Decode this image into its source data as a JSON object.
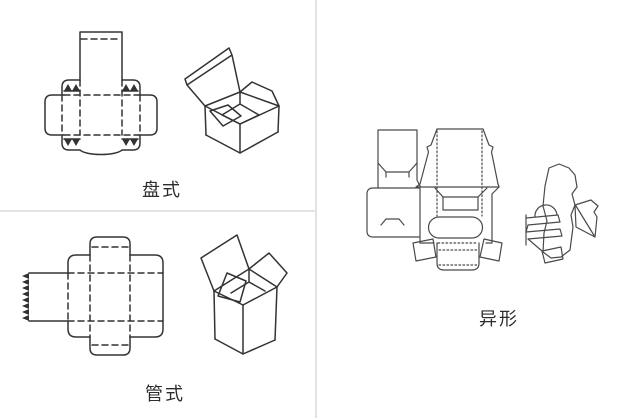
{
  "canvas": {
    "background": "#ffffff",
    "divider_color": "#e3e3e3",
    "line_color": "#333333",
    "fine_line_color": "#4a4a4a"
  },
  "sections": {
    "tray": {
      "label": "盘式"
    },
    "tube": {
      "label": "管式"
    },
    "special": {
      "label": "异形"
    }
  }
}
